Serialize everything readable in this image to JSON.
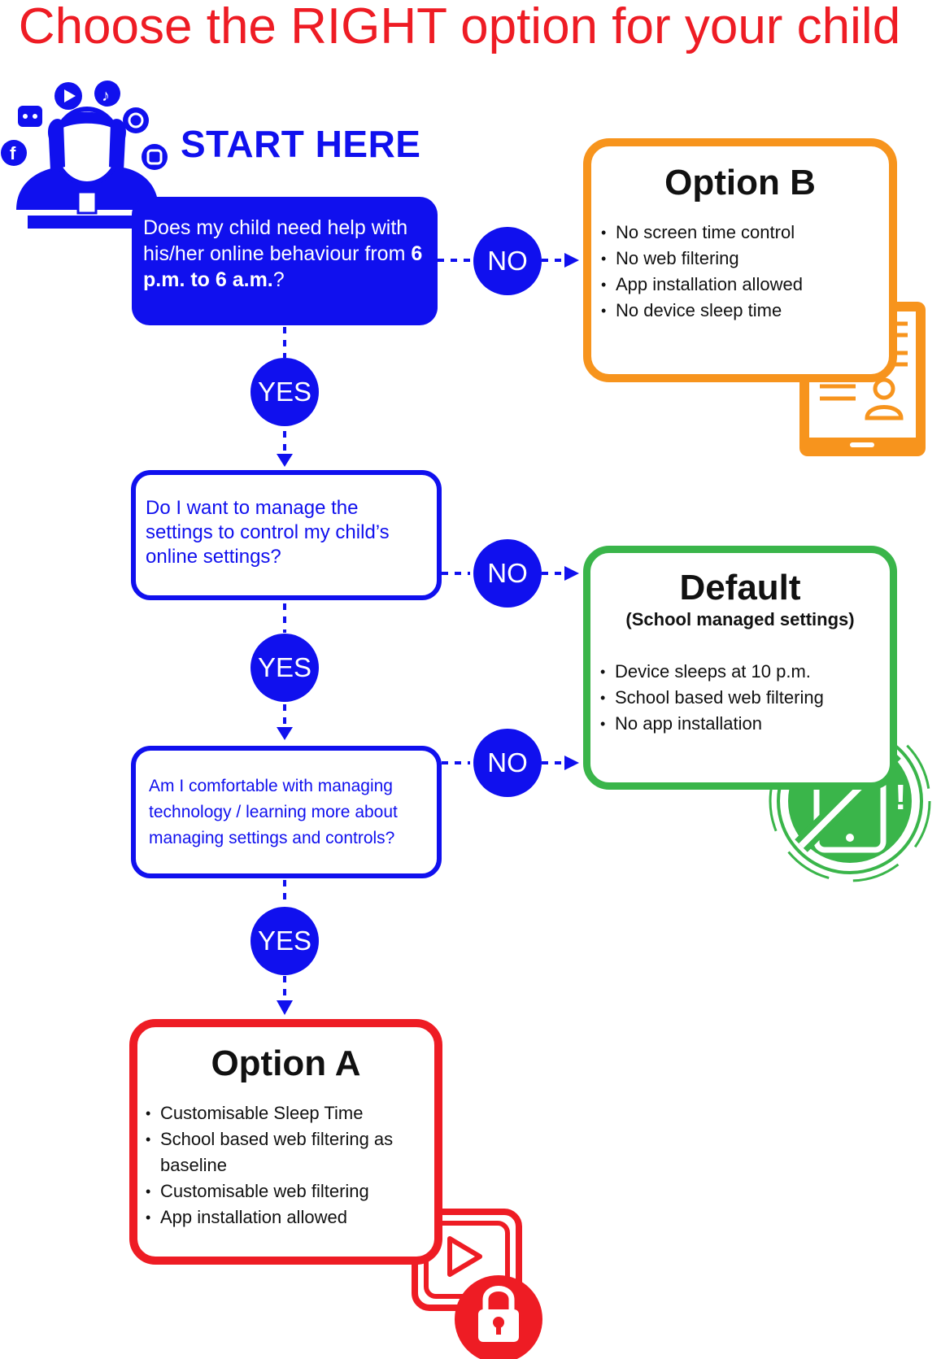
{
  "title": "Choose the RIGHT option for your child",
  "start": {
    "label": "START HERE"
  },
  "questions": {
    "q1": {
      "text_a": "Does my child need help with his/her online behaviour from ",
      "text_bold": "6 p.m. to 6 a.m.",
      "text_c": "?"
    },
    "q2": {
      "text": "Do I want to manage the settings to control my child’s online settings?"
    },
    "q3": {
      "text": "Am I comfortable with managing technology / learning more about managing settings and controls?"
    }
  },
  "connectors": {
    "yes": "YES",
    "no": "NO"
  },
  "options": {
    "b": {
      "heading": "Option B",
      "items": [
        "No screen time control",
        "No web filtering",
        "App installation allowed",
        "No device sleep time"
      ]
    },
    "default": {
      "heading": "Default",
      "subheading": "(School managed settings)",
      "items": [
        "Device sleeps at 10 p.m.",
        "School based web filtering",
        "No app installation"
      ]
    },
    "a": {
      "heading": "Option A",
      "items": [
        "Customisable Sleep Time",
        "School based web filtering as baseline",
        "Customisable web filtering",
        "App installation allowed"
      ]
    }
  },
  "colors": {
    "blue": "#1010ee",
    "red": "#ee1c24",
    "orange": "#f7941d",
    "green": "#3ab54a"
  },
  "icons": [
    "stressed-person-icon",
    "facebook-icon",
    "discord-icon",
    "youtube-icon",
    "tiktok-icon",
    "whatsapp-icon",
    "instagram-icon",
    "tablet-profile-icon",
    "no-phone-icon",
    "video-lock-icon"
  ]
}
